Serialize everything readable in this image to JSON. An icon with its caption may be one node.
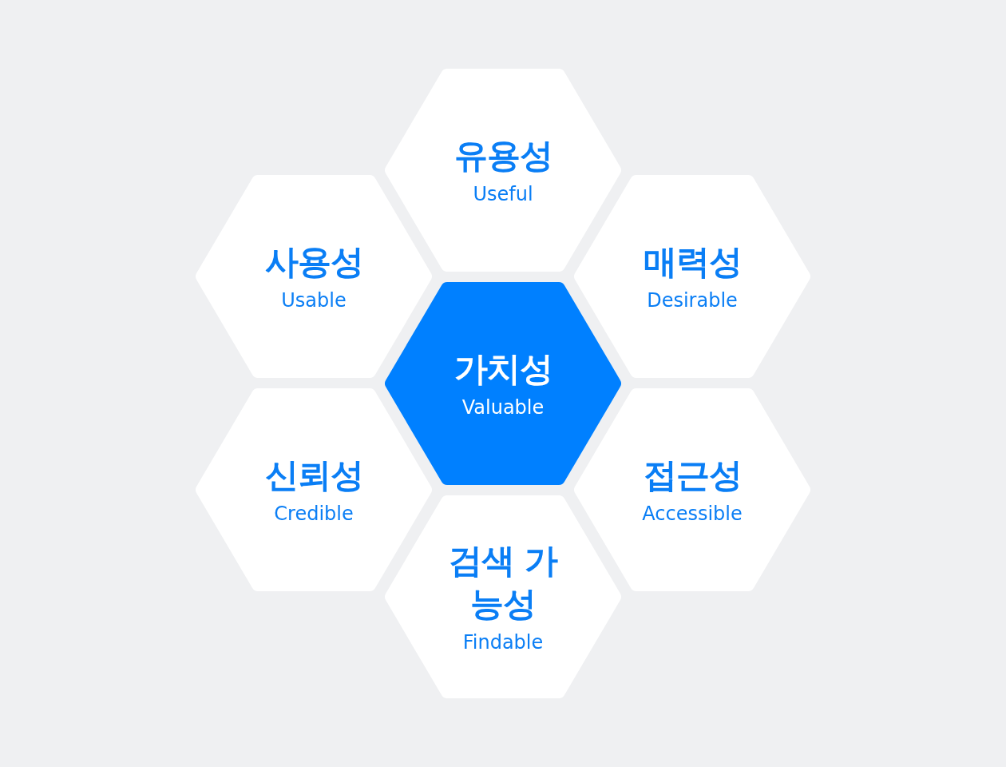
{
  "diagram": {
    "nodes": [
      {
        "text": [
          "유용성",
          "Useful"
        ]
      },
      {
        "text": [
          "사용성",
          "Usable"
        ]
      },
      {
        "text": [
          "매력성",
          "Desirable"
        ]
      },
      {
        "text": [
          "가치성",
          "Valuable"
        ]
      },
      {
        "text": [
          "신뢰성",
          "Credible"
        ]
      },
      {
        "text": [
          "접근성",
          "Accessible"
        ]
      },
      {
        "text": [
          "검색 가능성",
          "Findable"
        ]
      }
    ],
    "edges": []
  }
}
